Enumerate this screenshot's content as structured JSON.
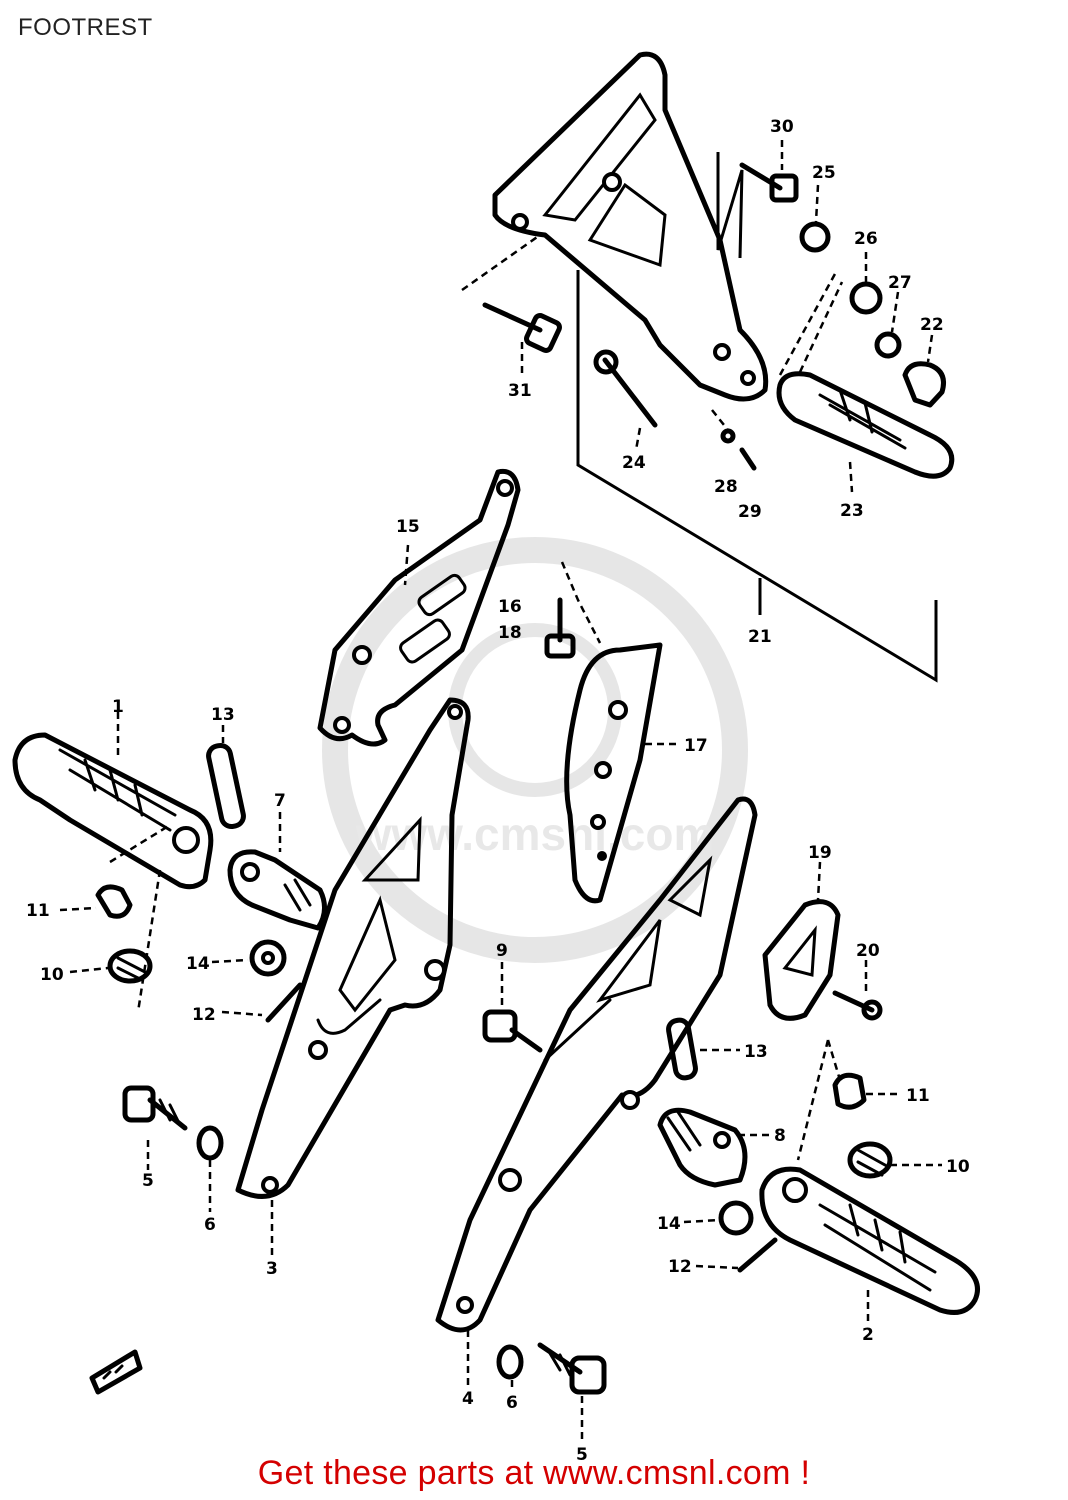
{
  "header": {
    "title": "FOOTREST"
  },
  "watermark": {
    "text": "www.cmsnl.com"
  },
  "callouts": {
    "p1": "1",
    "p2": "2",
    "p3": "3",
    "p4": "4",
    "p5a": "5",
    "p5b": "5",
    "p6a": "6",
    "p6b": "6",
    "p7": "7",
    "p8": "8",
    "p9": "9",
    "p10a": "10",
    "p10b": "10",
    "p11a": "11",
    "p11b": "11",
    "p12a": "12",
    "p12b": "12",
    "p13a": "13",
    "p13b": "13",
    "p14a": "14",
    "p14b": "14",
    "p15": "15",
    "p16": "16",
    "p17": "17",
    "p18": "18",
    "p19": "19",
    "p20": "20",
    "p21": "21",
    "p22": "22",
    "p23": "23",
    "p24": "24",
    "p25": "25",
    "p26": "26",
    "p27": "27",
    "p28": "28",
    "p29": "29",
    "p30": "30",
    "p31": "31"
  },
  "footer": {
    "link_text": "Get these parts at www.cmsnl.com !"
  }
}
